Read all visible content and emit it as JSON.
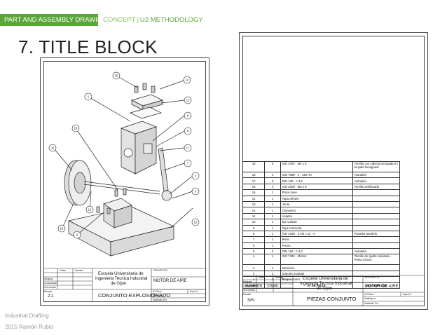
{
  "header": {
    "tag": "PART AND ASSEMBLY DRAWING",
    "concept": "CONCEPT",
    "separator": "|",
    "methodology": "U2 METHODOLOGY"
  },
  "slide_title": "7. TITLE BLOCK",
  "footer": {
    "course": "Industrial Drafting",
    "author": "2015 Ramón Rubio"
  },
  "drawing1": {
    "balloons": [
      "16",
      "14",
      "1",
      "13",
      "8",
      "6",
      "18",
      "17",
      "11",
      "7",
      "5",
      "3",
      "12",
      "10",
      "2",
      "15"
    ],
    "title_block": {
      "school": [
        "Escuela Universitaria de",
        "Ingenieria Tecnica Industrial",
        "de Gijon"
      ],
      "proyecto_label": "PROYECTO:",
      "proyecto": "MOTOR DE AIRE",
      "col_fecha": "Fecha",
      "col_nombre": "Nombre",
      "rows": [
        "Dibujado",
        "Comprobado",
        "Id.s.normas"
      ],
      "escala_label": "Escala",
      "scale": "2:1",
      "drawing_title": "CONJUNTO EXPLOSIONADO",
      "n_plano": "Nº Plano",
      "sustituye_a": "Sustituye a",
      "sustituido_por": "Sustituido Por",
      "hoja": "Hoja 1/1"
    }
  },
  "drawing2": {
    "parts_header": [
      "ELEMENTO",
      "CTDAD",
      "Nº DE PIEZA",
      "DESCRIPCIÓN"
    ],
    "parts": [
      [
        "19",
        "6",
        "ISO 4762 - M4 x 6",
        "Tornillo con cabeza rematada en",
        "brujulla hexagonal"
      ],
      [
        "18",
        "4",
        "ISO 7089 - 4 - 140 HV",
        "Arandela",
        ""
      ],
      [
        "17",
        "2",
        "DIN 125 - A 3,2",
        "Arandela",
        ""
      ],
      [
        "16",
        "4",
        "ISO 2009 - M3 x 8",
        "Tornillo avellanado",
        ""
      ],
      [
        "15",
        "1",
        "Placa base",
        "",
        ""
      ],
      [
        "14",
        "1",
        "Tapa cilindro",
        "",
        ""
      ],
      [
        "13",
        "1",
        "Junta",
        "",
        ""
      ],
      [
        "12",
        "1",
        "Chavetero",
        "",
        ""
      ],
      [
        "11",
        "1",
        "Volante",
        "",
        ""
      ],
      [
        "10",
        "1",
        "Eje volante",
        "",
        ""
      ],
      [
        "9",
        "1",
        "Tope manivela",
        "",
        ""
      ],
      [
        "8",
        "1",
        "ISO 2338 - 3 m6 x 12 - A",
        "Pasador paralelo",
        ""
      ],
      [
        "7",
        "1",
        "Biela",
        "",
        ""
      ],
      [
        "6",
        "1",
        "Piston",
        "",
        ""
      ],
      [
        "5",
        "2",
        "DIN 125 - A 4,3",
        "Arandela",
        ""
      ],
      [
        "4",
        "1",
        "ISO 7434 - M4x14",
        "Tornillo de ajuste ranurado -",
        "Punta cónica"
      ],
      [
        "3",
        "1",
        "Manivela",
        "",
        ""
      ],
      [
        "2",
        "1",
        "Soporte montaje",
        "",
        ""
      ],
      [
        "1",
        "1",
        "Bloque motor",
        "",
        ""
      ]
    ],
    "title_block": {
      "school": [
        "Escuela Universitaria de",
        "Ingenieria Tecnica Industrial",
        "de Gijon"
      ],
      "proyecto_label": "PROYECTO:",
      "proyecto": "MOTOR DE AIRE",
      "col_fecha": "Fecha",
      "col_nombre": "Nombre",
      "rows": [
        "Dibujado",
        "Comprobado",
        "Id.s.normas"
      ],
      "escala_label": "Escala",
      "scale": "S/N",
      "drawing_title": "PIEZAS CONJUNTO",
      "n_plano": "Nº Plano",
      "sustituye_a": "Sustituye a",
      "sustituido_por": "Sustituido Por",
      "hoja": "Hoja 1/1"
    }
  }
}
